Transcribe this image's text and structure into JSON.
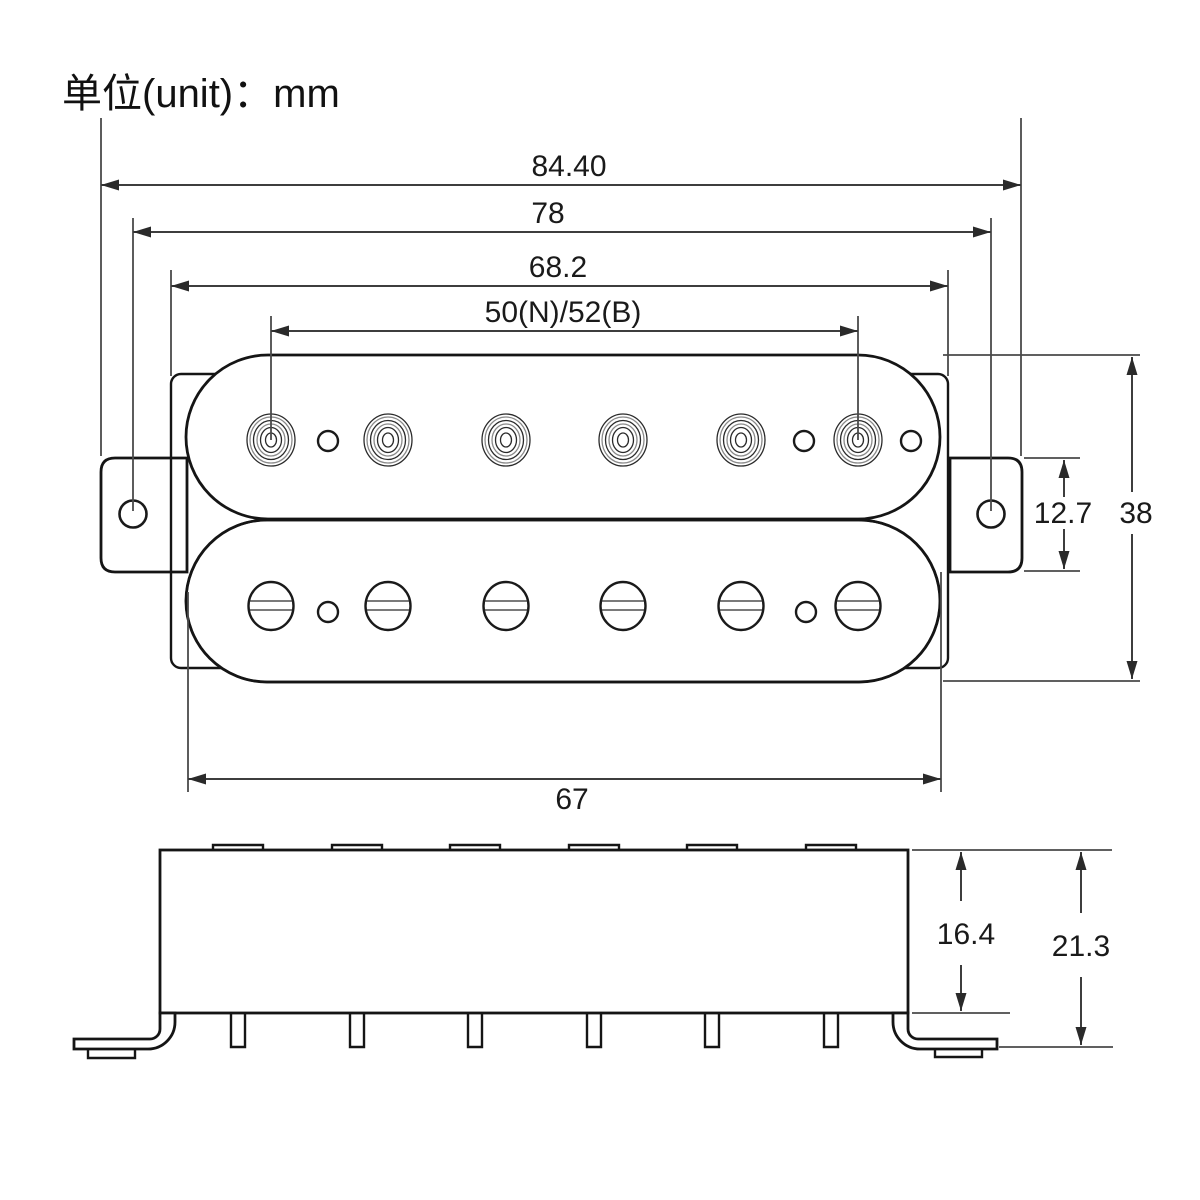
{
  "title": {
    "unit_label": "单位(unit)：mm"
  },
  "diagram": {
    "type": "technical-drawing",
    "subject": "humbucker-pickup",
    "unit": "mm",
    "views": {
      "top_view": "pickup top view with two coils, pole pieces and mounting ears",
      "side_view": "pickup side view with mounting brackets and screw legs"
    },
    "dimensions": {
      "overall_width": "84.40",
      "mounting_hole_spacing": "78",
      "baseplate_width": "68.2",
      "pole_spacing": "50(N)/52(B)",
      "ear_height": "12.7",
      "body_height": "38",
      "bobbin_length": "67",
      "side_body_height": "16.4",
      "side_total_height": "21.3"
    }
  }
}
